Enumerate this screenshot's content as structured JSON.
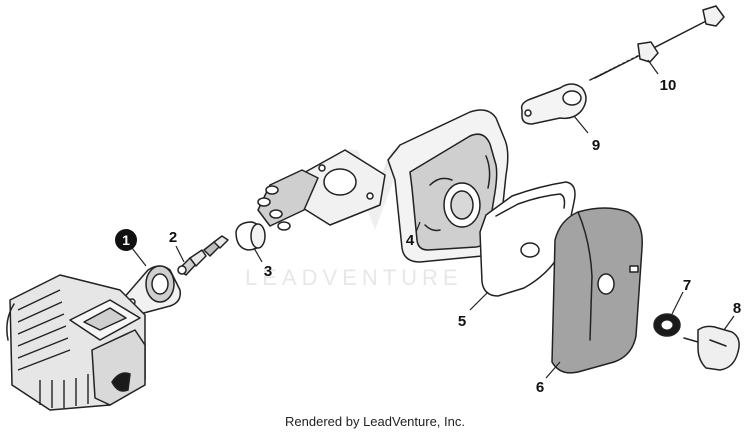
{
  "watermark": {
    "text": "LEADVENTURE"
  },
  "footer": {
    "text": "Rendered by LeadVenture, Inc."
  },
  "callouts": [
    "1",
    "2",
    "3",
    "4",
    "5",
    "6",
    "7",
    "8",
    "9",
    "10"
  ],
  "colors": {
    "highlight": "#111111",
    "line": "#222222",
    "fill_light": "#efefef",
    "fill_dark": "#9a9a9a",
    "watermark": "#d4d4d4"
  }
}
